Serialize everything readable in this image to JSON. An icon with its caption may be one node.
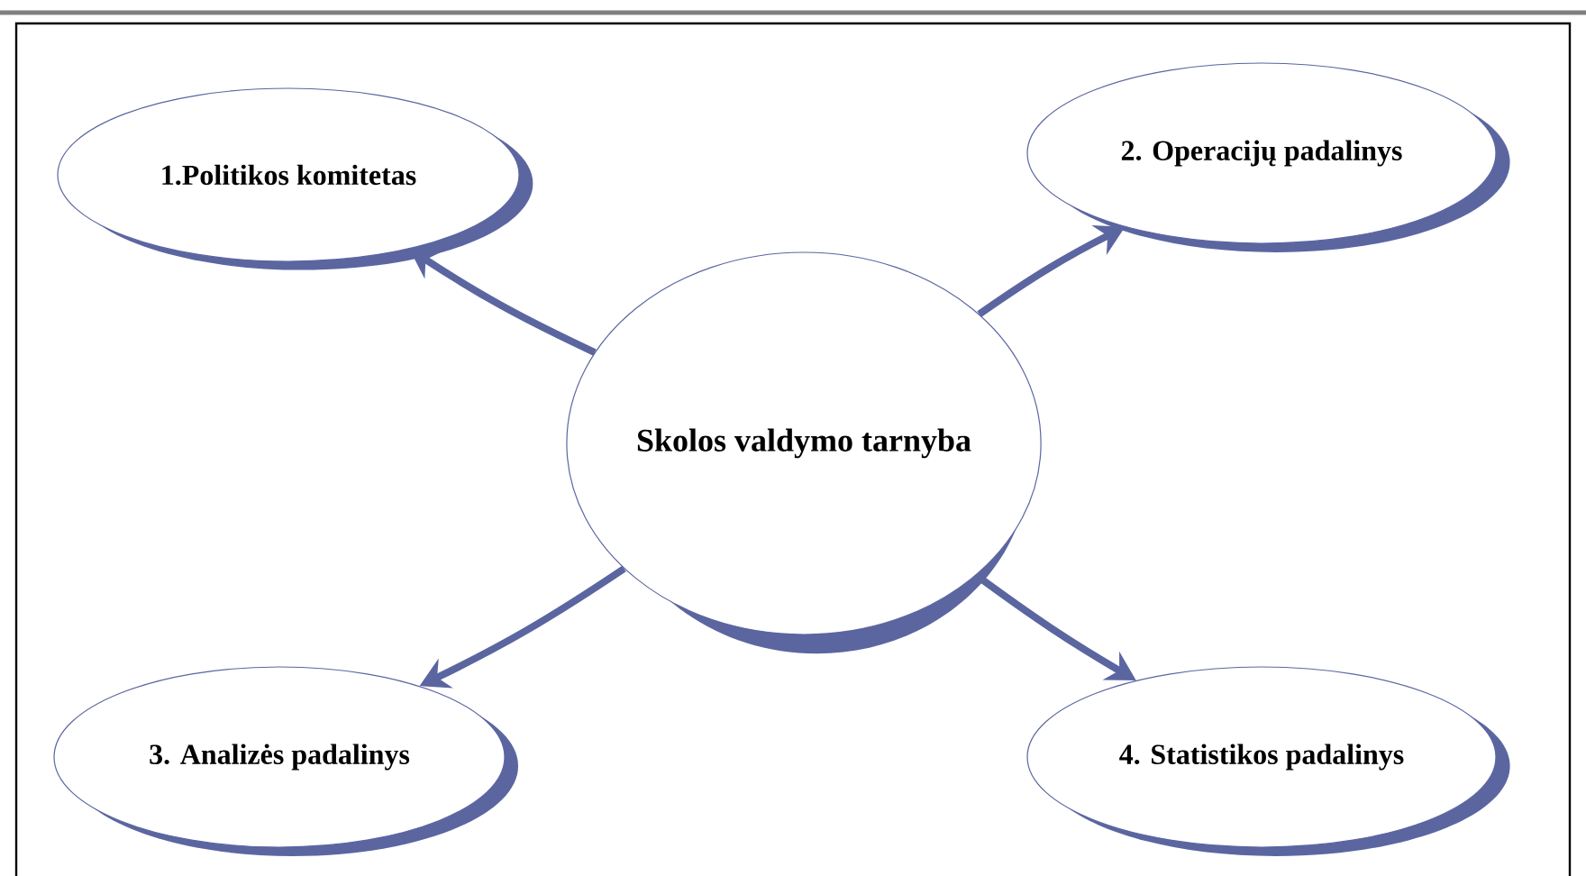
{
  "diagram": {
    "nodes": [
      {
        "text": [
          "1.Politikos komitetas"
        ]
      },
      {
        "text": [
          "2. Operacijų padalinys"
        ]
      },
      {
        "text": [
          "Skolos valdymo tarnyba"
        ]
      },
      {
        "text": [
          "3. Analizės padalinys"
        ]
      },
      {
        "text": [
          "4. Statistikos padalinys"
        ]
      }
    ],
    "edges": [
      {
        "from": 2,
        "to": 0,
        "arrow": "to"
      },
      {
        "from": 2,
        "to": 1,
        "arrow": "to"
      },
      {
        "from": 2,
        "to": 3,
        "arrow": "to"
      },
      {
        "from": 2,
        "to": 4,
        "arrow": "to"
      }
    ]
  }
}
